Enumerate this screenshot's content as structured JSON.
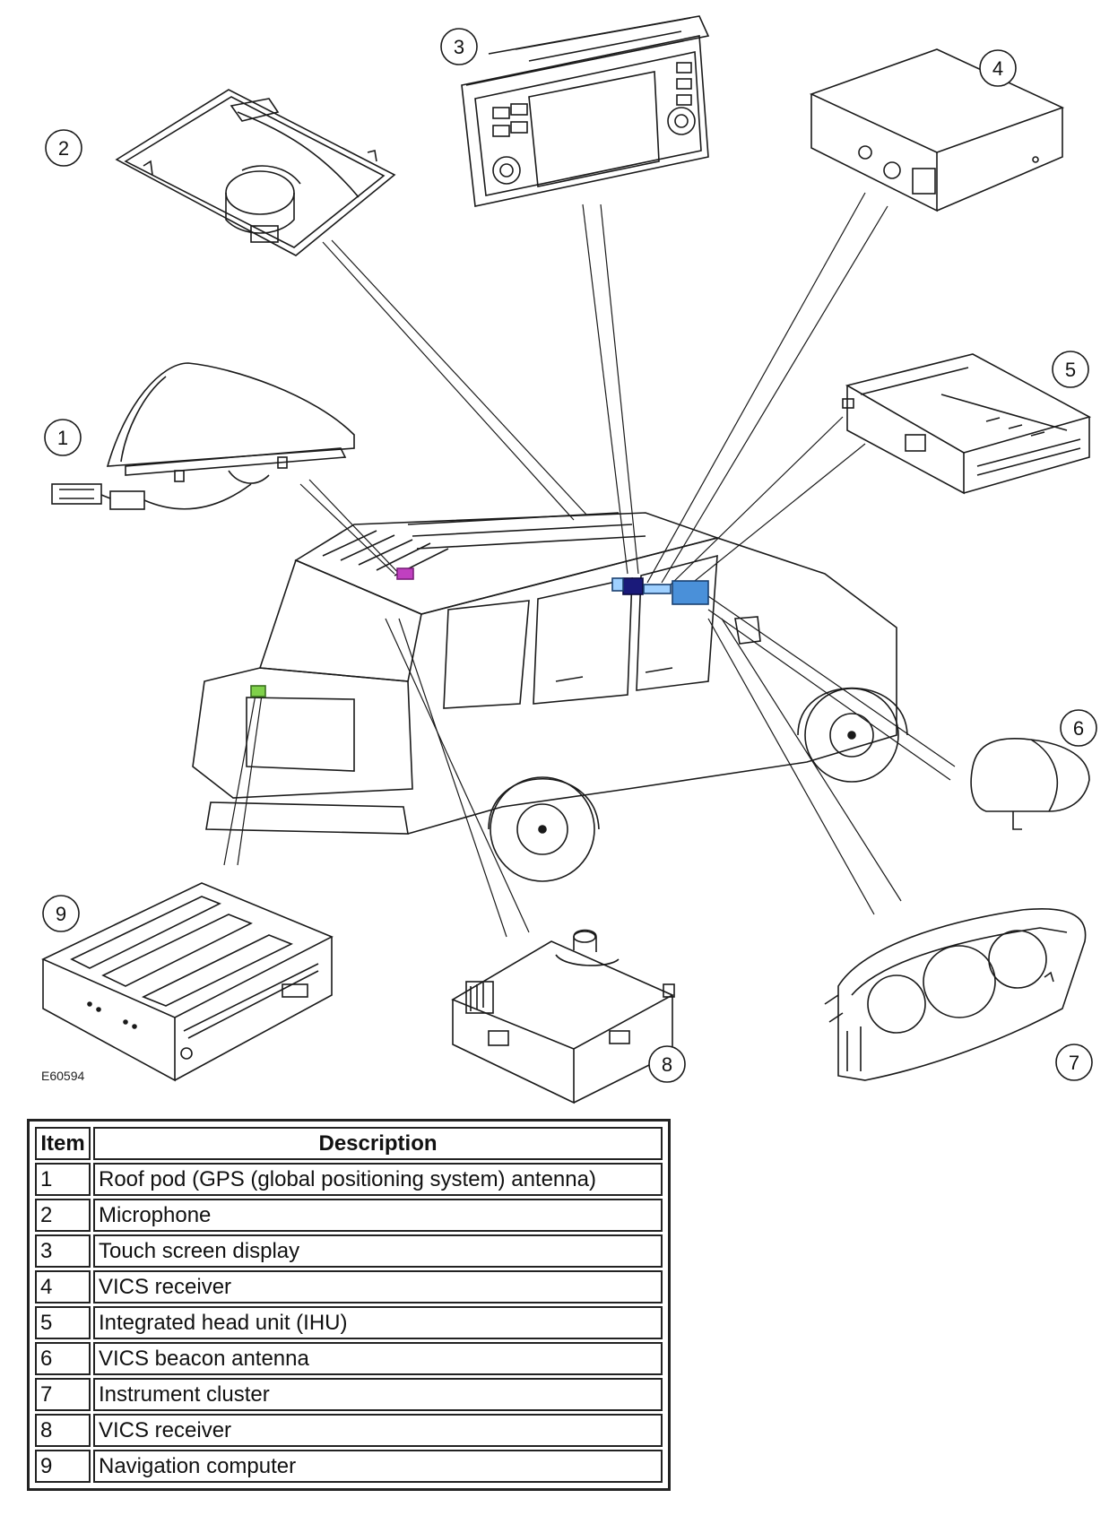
{
  "figure_code": "E60594",
  "callouts": [
    "1",
    "2",
    "3",
    "4",
    "5",
    "6",
    "7",
    "8",
    "9"
  ],
  "legend": {
    "headers": {
      "item": "Item",
      "description": "Description"
    },
    "rows": [
      {
        "item": "1",
        "description": "Roof pod (GPS (global positioning system) antenna)"
      },
      {
        "item": "2",
        "description": "Microphone"
      },
      {
        "item": "3",
        "description": "Touch screen display"
      },
      {
        "item": "4",
        "description": "VICS receiver"
      },
      {
        "item": "5",
        "description": "Integrated head unit (IHU)"
      },
      {
        "item": "6",
        "description": "VICS beacon antenna"
      },
      {
        "item": "7",
        "description": "Instrument cluster"
      },
      {
        "item": "8",
        "description": "VICS receiver"
      },
      {
        "item": "9",
        "description": "Navigation computer"
      }
    ]
  },
  "colors": {
    "line": "#1a1a1a",
    "gps_marker": "#c040c0",
    "nav_marker": "#7fd04a",
    "display_marker": "#1a1a7a",
    "ihu_marker": "#4a90d9"
  }
}
